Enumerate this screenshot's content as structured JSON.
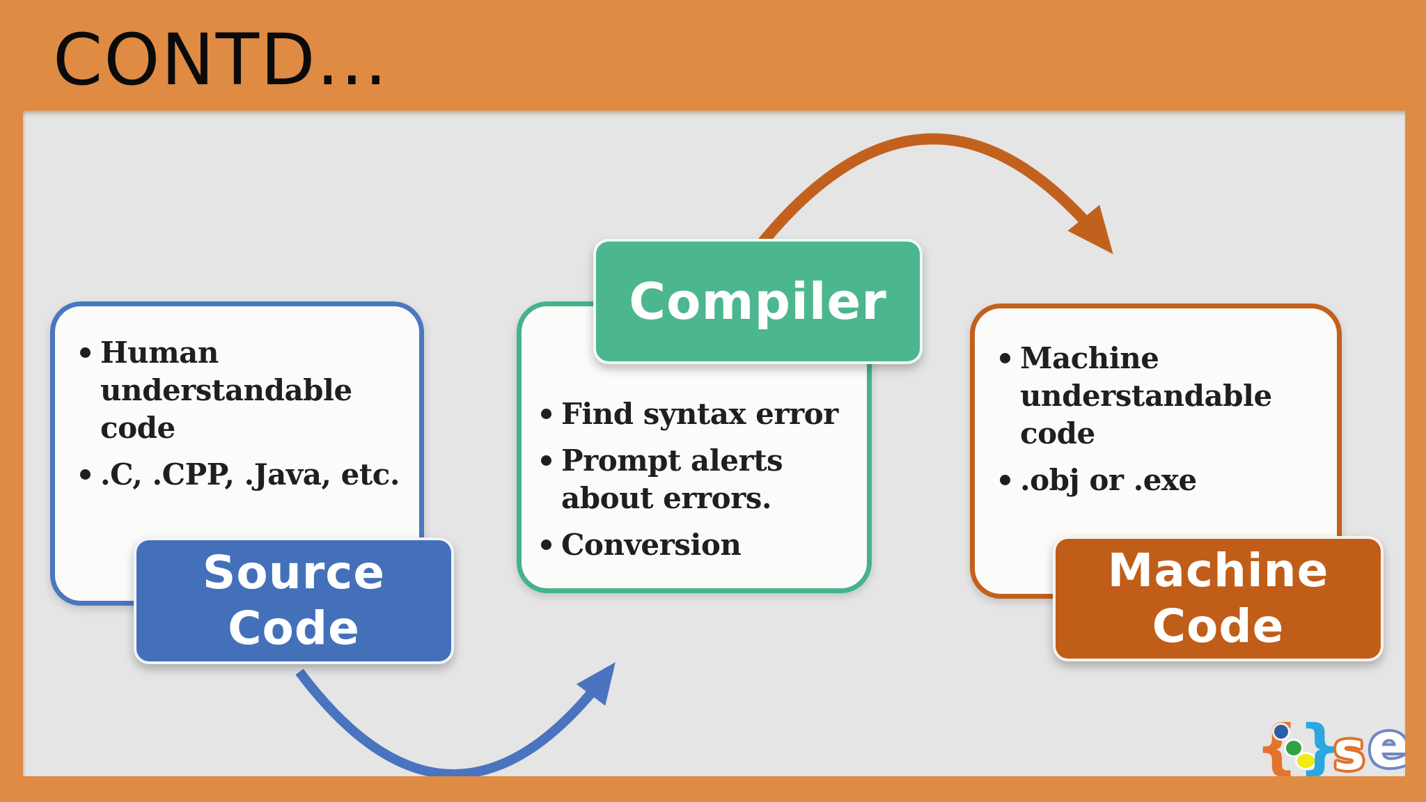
{
  "title": "CONTD...",
  "slide": {
    "source": {
      "label": "Source\nCode",
      "bullets": [
        "Human\nunderstandable\ncode",
        ".C, .CPP, .Java, etc."
      ]
    },
    "compiler": {
      "label": "Compiler",
      "bullets": [
        "Find syntax error",
        "Prompt alerts\nabout errors.",
        "Conversion"
      ]
    },
    "machine": {
      "label": "Machine\nCode",
      "bullets": [
        "Machine\nunderstandable\ncode",
        ".obj or .exe"
      ]
    }
  },
  "logo": {
    "open_brace": "{",
    "close_brace": "}",
    "letter_s": "s",
    "letter_e": "e"
  },
  "colors": {
    "frame_orange": "#df8b44",
    "panel_gray": "#e5e5e5",
    "box_white": "#fbfbfa",
    "blue_accent": "#4470ba",
    "blue_border": "#4a77be",
    "blue_arrow": "#4a73c0",
    "green_accent": "#4cb78e",
    "green_border": "#43b38a",
    "orange_accent": "#c05d18",
    "orange_border": "#c2601c",
    "orange_arrow": "#c2611e",
    "text_dark": "#1f1f1f",
    "title_black": "#0a0a0a"
  }
}
